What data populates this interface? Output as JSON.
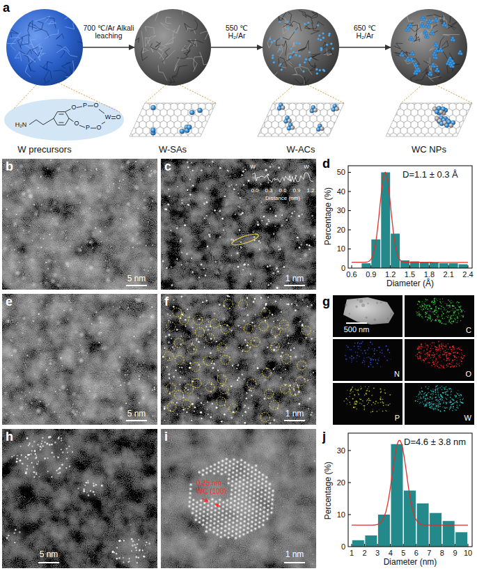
{
  "diagram": {
    "nodes": [
      {
        "text": [
          "W precursors"
        ]
      },
      {
        "text": [
          "W-SAs"
        ]
      },
      {
        "text": [
          "W-ACs"
        ]
      },
      {
        "text": [
          "WC NPs"
        ]
      }
    ],
    "edges": [
      {
        "from": 0,
        "to": 1,
        "arrow": "to",
        "label": "700 ℃/Ar Alkali leaching"
      },
      {
        "from": 1,
        "to": 2,
        "arrow": "to",
        "label": "550 ℃ H₂/Ar"
      },
      {
        "from": 2,
        "to": 3,
        "arrow": "to",
        "label": "650 ℃ H₂/Ar"
      }
    ],
    "labels": [
      "a",
      "b",
      "c",
      "d",
      "e",
      "f",
      "g",
      "h",
      "i",
      "j",
      "H₂N",
      "O",
      "O",
      "P",
      "O",
      "P",
      "O",
      "W",
      "O",
      "W",
      "W",
      "0.0",
      "0.3",
      "0.6",
      "0.9",
      "1.2",
      "Distance (nm)",
      "5 nm",
      "1 nm",
      "D=1.1 ± 0.3 Å",
      "0",
      "10",
      "20",
      "30",
      "40",
      "50",
      "0.6",
      "0.9",
      "1.2",
      "1.5",
      "1.8",
      "2.1",
      "2.4",
      "Percentage (%)",
      "Diameter (Å)",
      "5 nm",
      "1 nm",
      "500 nm",
      "C",
      "N",
      "O",
      "P",
      "W",
      "5 nm",
      "1 nm",
      "0.25 nm",
      "WC (100)",
      "D=4.6 ± 3.8 nm",
      "0",
      "10",
      "20",
      "30",
      "1",
      "2",
      "3",
      "4",
      "5",
      "6",
      "7",
      "8",
      "9",
      "10",
      "Percentage (%)",
      "Diameter (nm)"
    ]
  }
}
